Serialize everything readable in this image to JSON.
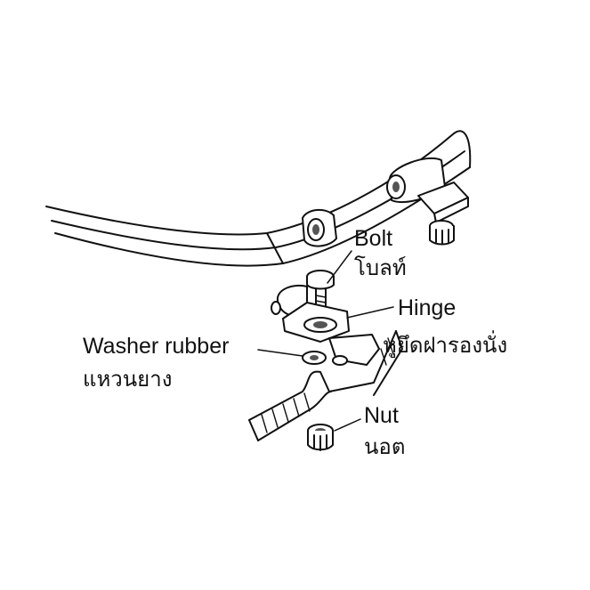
{
  "labels": {
    "bolt": {
      "en": "Bolt",
      "th": "โบลท์"
    },
    "hinge": {
      "en": "Hinge",
      "th": "หูยึดฝารองนั่ง"
    },
    "washer": {
      "en": "Washer rubber",
      "th": "แหวนยาง"
    },
    "nut": {
      "en": "Nut",
      "th": "นอต"
    }
  },
  "colors": {
    "line": "#111111",
    "fill": "#ffffff",
    "shade": "#555555"
  }
}
